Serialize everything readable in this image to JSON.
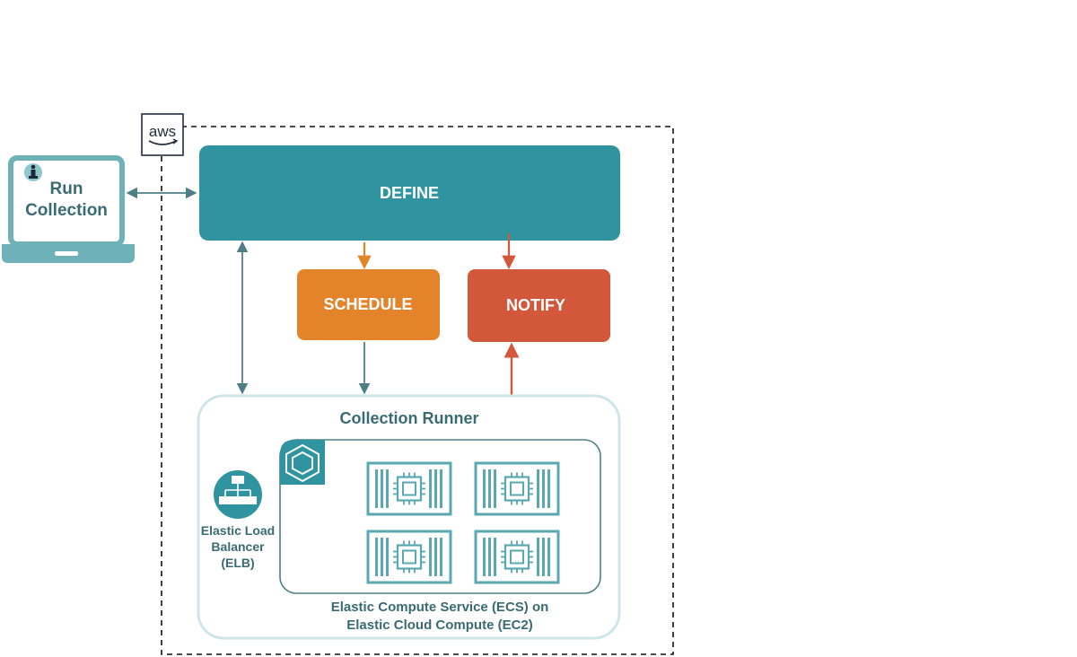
{
  "aws_logo": {
    "text": "aws"
  },
  "laptop": {
    "line1": "Run",
    "line2": "Collection"
  },
  "boxes": {
    "define": "DEFINE",
    "schedule": "SCHEDULE",
    "notify": "NOTIFY"
  },
  "runner": {
    "title": "Collection Runner",
    "elb": {
      "line1": "Elastic Load",
      "line2": "Balancer",
      "line3": "(ELB)"
    },
    "ecs": {
      "line1": "Elastic Compute Service (ECS) on",
      "line2": "Elastic Cloud Compute (EC2)"
    }
  },
  "colors": {
    "teal": "#2f949f",
    "dark_teal_text": "#3a6b73",
    "orange": "#e3832a",
    "red": "#d2573b",
    "laptop": "#6fb1b8",
    "runner_border": "#cfe6e8",
    "arrow_gray": "#4e7f86"
  }
}
